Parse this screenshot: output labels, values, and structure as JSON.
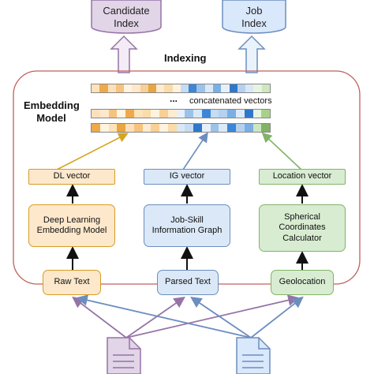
{
  "top": {
    "candidate_index": [
      "Candidate",
      "Index"
    ],
    "job_index": [
      "Job",
      "Index"
    ],
    "indexing_label": "Indexing"
  },
  "embedding_model": {
    "title": [
      "Embedding",
      "Model"
    ],
    "ellipsis": "...",
    "concat_label": "concatenated vectors"
  },
  "vectors": {
    "dl": "DL vector",
    "ig": "IG vector",
    "loc": "Location vector"
  },
  "models": {
    "dl": [
      "Deep Learning",
      "Embedding Model"
    ],
    "ig": [
      "Job-Skill",
      "Information Graph"
    ],
    "loc": [
      "Spherical",
      "Coordinates",
      "Calculator"
    ]
  },
  "inputs": {
    "raw": "Raw Text",
    "parsed": "Parsed Text",
    "geo": "Geolocation"
  },
  "colors": {
    "orange_fill": "#fde8cc",
    "orange_stroke": "#d79b25",
    "blue_fill": "#dbe8f7",
    "blue_stroke": "#6c8ebf",
    "green_fill": "#d8ecd2",
    "green_stroke": "#82b366",
    "purple": "#9673a6",
    "db_fill": "#e1d5e7",
    "db_blue": "#dae8fc",
    "frame": "#c0605a"
  }
}
